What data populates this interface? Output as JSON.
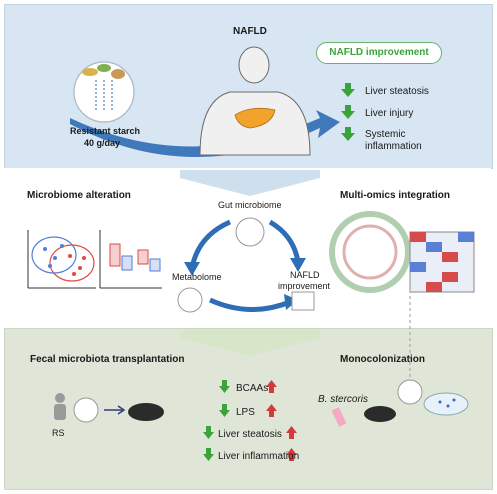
{
  "top": {
    "title": "NAFLD",
    "improvement_badge": "NAFLD improvement",
    "intervention_line1": "Resistant starch",
    "intervention_line2": "40 g/day",
    "outcomes": [
      "Liver steatosis",
      "Liver injury",
      "Systemic",
      "inflammation"
    ]
  },
  "middle": {
    "left_title": "Microbiome alteration",
    "right_title": "Multi-omics integration",
    "gut_label": "Gut microbiome",
    "metabolome_label": "Metabolome",
    "nafld_line1": "NAFLD",
    "nafld_line2": "improvement"
  },
  "bottom": {
    "left_title": "Fecal microbiota transplantation",
    "right_title": "Monocolonization",
    "rs_label": "RS",
    "markers": [
      "BCAAs",
      "LPS",
      "Liver steatosis",
      "Liver inflammation"
    ],
    "bacteria_label": "B. stercoris"
  },
  "colors": {
    "top_bg": "#d7e6f2",
    "bottom_bg": "#dfe6d8",
    "arrow_blue": "#2f6db5",
    "down_green": "#3aa33a",
    "up_red": "#d23b3b"
  }
}
